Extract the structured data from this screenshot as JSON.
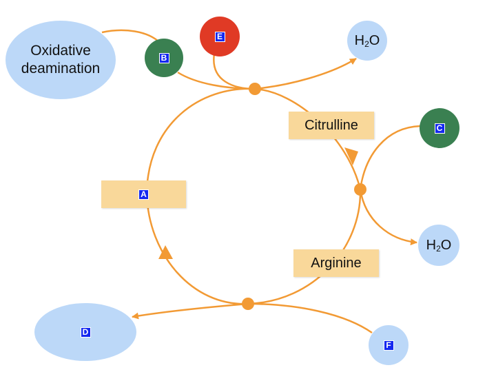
{
  "colors": {
    "arrow": "#f29a34",
    "node_blue": "#bcd8f8",
    "node_green": "#3a8051",
    "node_red": "#e03a25",
    "box_fill": "#f9d89a",
    "badge": "#1428f0"
  },
  "nodes": {
    "oxidative": {
      "line1": "Oxidative",
      "line2": "deamination"
    },
    "water_top": {
      "formula": "H",
      "sub": "2",
      "tail": "O"
    },
    "water_right": {
      "formula": "H",
      "sub": "2",
      "tail": "O"
    },
    "b": {
      "label": "B"
    },
    "e": {
      "label": "E"
    },
    "c": {
      "label": "C"
    },
    "d": {
      "label": "D"
    },
    "f": {
      "label": "F"
    }
  },
  "boxes": {
    "a": {
      "label": "A"
    },
    "citrulline": {
      "label": "Citrulline"
    },
    "arginine": {
      "label": "Arginine"
    }
  }
}
